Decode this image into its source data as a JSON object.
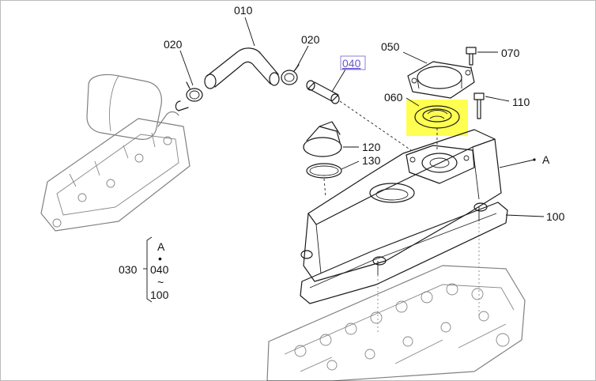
{
  "callouts": {
    "c010": "010",
    "c020a": "020",
    "c020b": "020",
    "c040": "040",
    "c050": "050",
    "c070": "070",
    "c060": "060",
    "c110": "110",
    "c120": "120",
    "c130": "130",
    "cA": "A",
    "c100": "100"
  },
  "legend": {
    "top": "A",
    "dot": "•",
    "left": "030",
    "mid": "040",
    "tilde": "~",
    "bottom": "100"
  },
  "colors": {
    "highlight": "#ffff33",
    "link": "#6a5acd",
    "ink": "#1a1a1a"
  }
}
